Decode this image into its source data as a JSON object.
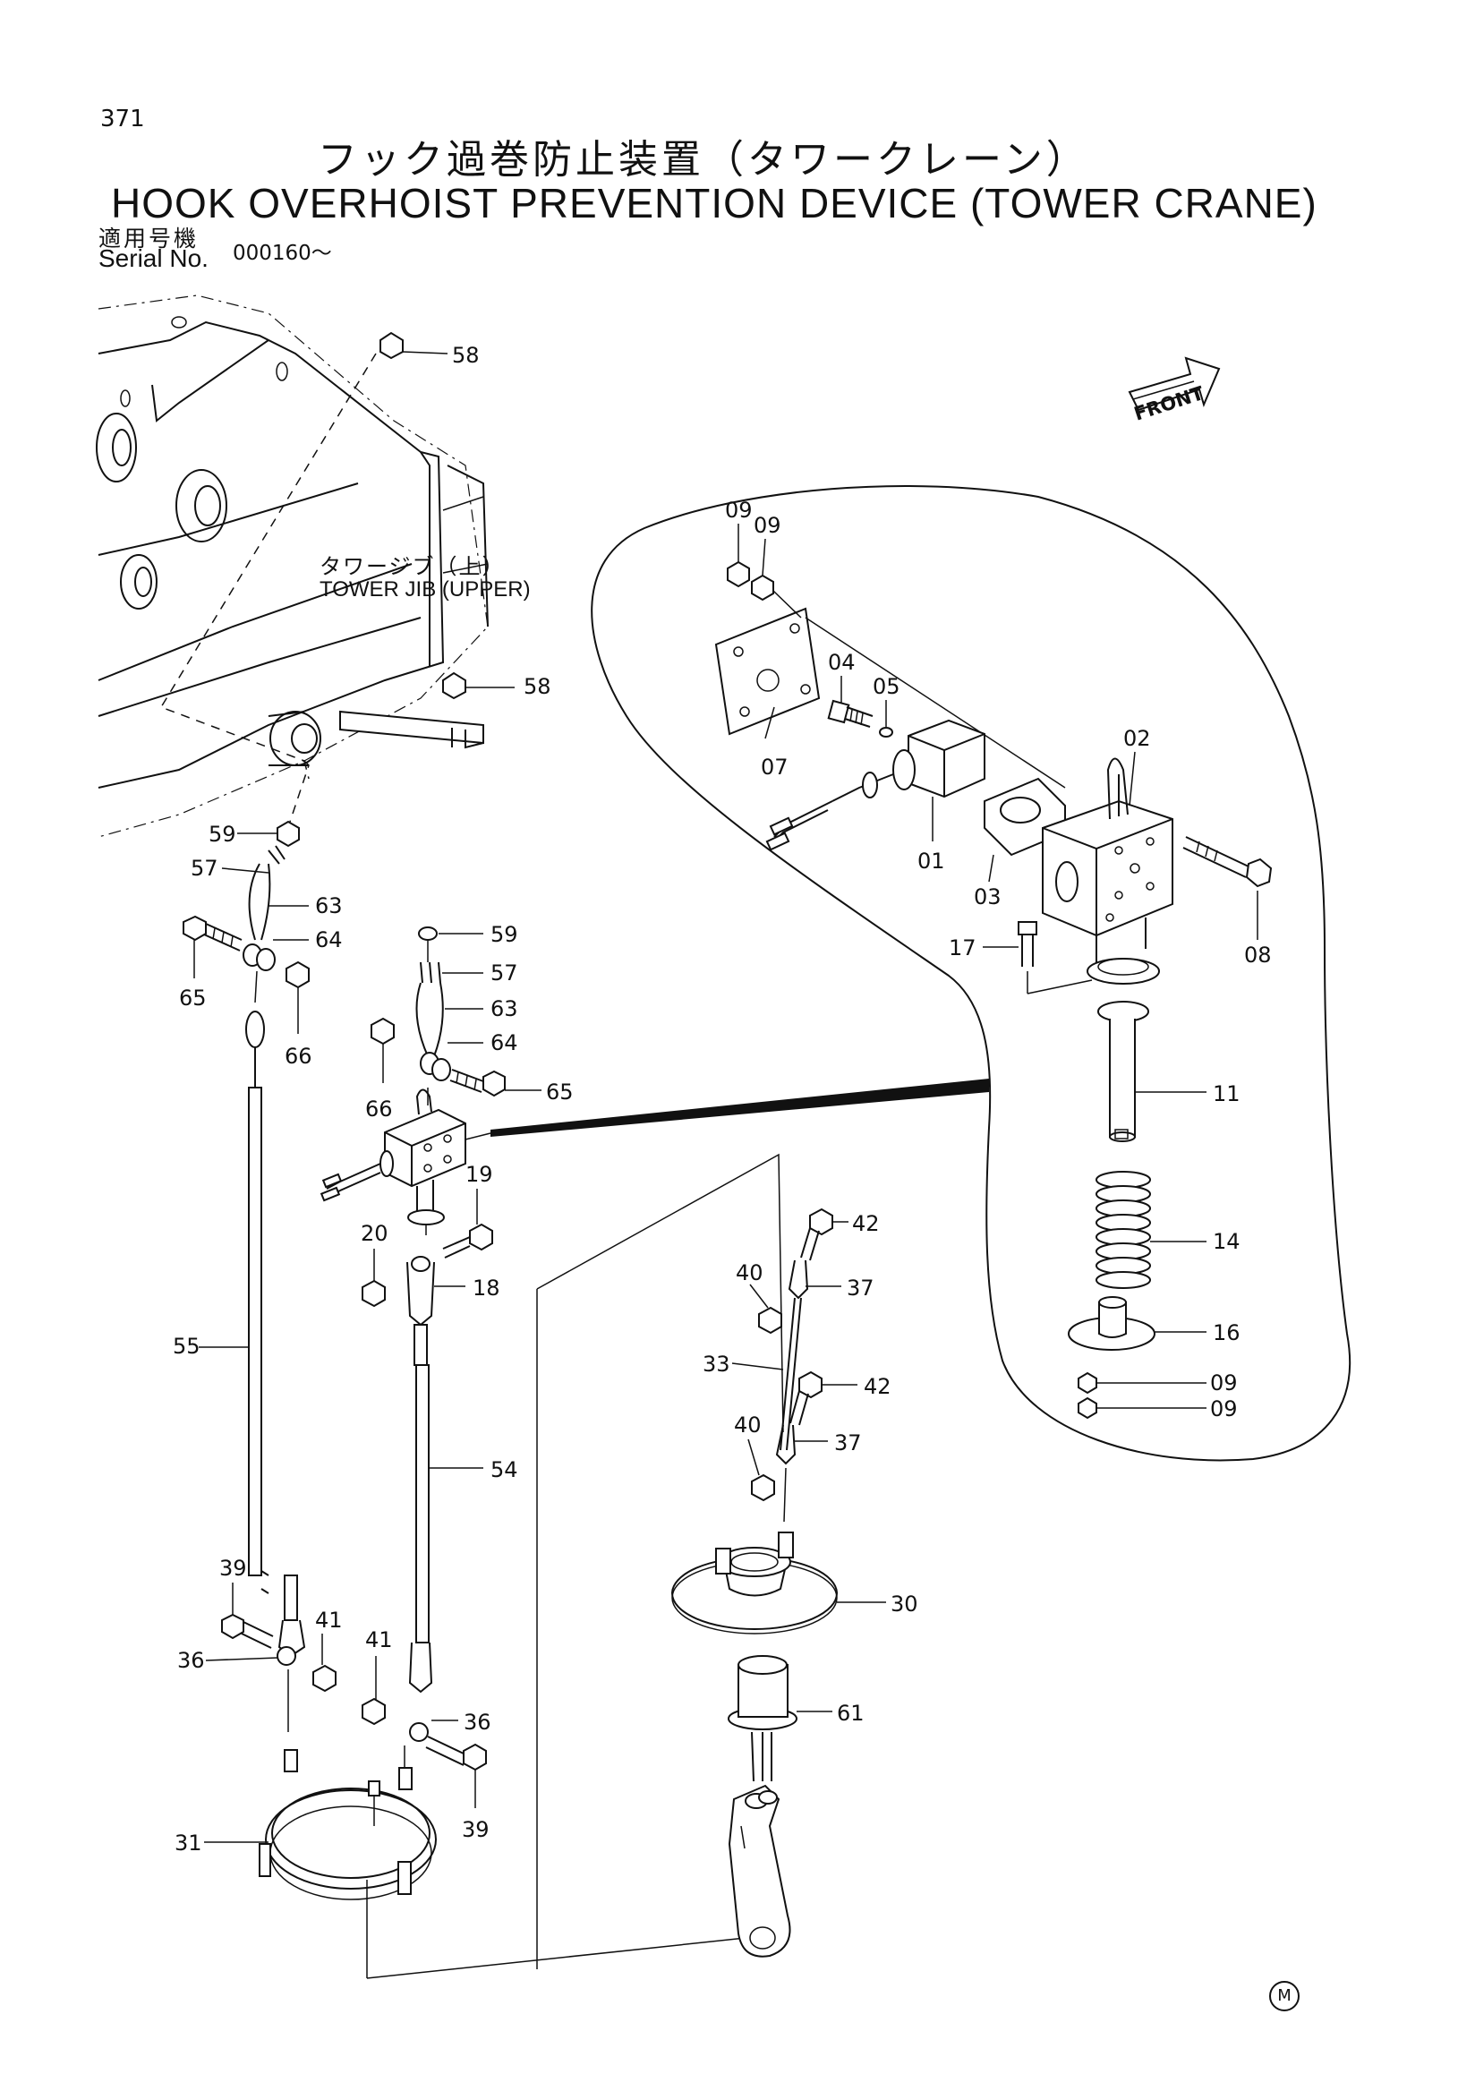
{
  "header": {
    "page_number": "371",
    "title_jp": "フック過巻防止装置（タワークレーン）",
    "title_en": "HOOK OVERHOIST PREVENTION DEVICE (TOWER CRANE)",
    "applicable_jp": "適用号機",
    "serial_label": "Serial No.",
    "serial_value": "000160～"
  },
  "labels": {
    "tower_jib_jp": "タワージブ（上）",
    "tower_jib_en": "TOWER JIB (UPPER)",
    "front": "FRONT",
    "mark": "M"
  },
  "callouts": {
    "c58a": "58",
    "c58b": "58",
    "c59a": "59",
    "c59b": "59",
    "c57a": "57",
    "c57b": "57",
    "c63a": "63",
    "c63b": "63",
    "c64a": "64",
    "c64b": "64",
    "c65a": "65",
    "c65b": "65",
    "c66a": "66",
    "c66b": "66",
    "c09a": "09",
    "c09b": "09",
    "c09c": "09",
    "c09d": "09",
    "c07": "07",
    "c04": "04",
    "c05": "05",
    "c01": "01",
    "c02": "02",
    "c03": "03",
    "c08": "08",
    "c17": "17",
    "c11": "11",
    "c14": "14",
    "c16": "16",
    "c19": "19",
    "c20": "20",
    "c18": "18",
    "c42a": "42",
    "c42b": "42",
    "c40a": "40",
    "c40b": "40",
    "c37a": "37",
    "c37b": "37",
    "c33": "33",
    "c30": "30",
    "c61": "61",
    "c55": "55",
    "c54": "54",
    "c39a": "39",
    "c39b": "39",
    "c41a": "41",
    "c41b": "41",
    "c36a": "36",
    "c36b": "36",
    "c31": "31"
  }
}
